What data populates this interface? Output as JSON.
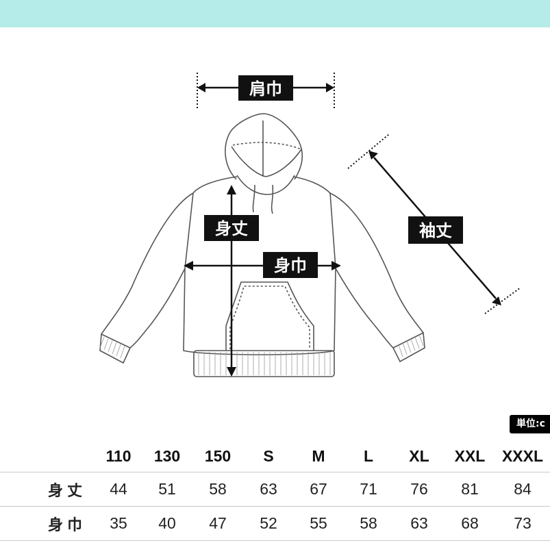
{
  "colors": {
    "top_band": "#b5ece9",
    "label_bg": "#111111",
    "label_text": "#ffffff",
    "garment_line": "#555555",
    "arrow": "#111111",
    "table_border": "#c8c8c8"
  },
  "diagram": {
    "labels": {
      "shoulder": "肩巾",
      "length": "身丈",
      "width": "身巾",
      "sleeve": "袖丈"
    }
  },
  "unit_label": "単位:c",
  "table": {
    "columns": [
      "110",
      "130",
      "150",
      "S",
      "M",
      "L",
      "XL",
      "XXL",
      "XXXL"
    ],
    "rows": [
      {
        "label": "身丈",
        "values": [
          "44",
          "51",
          "58",
          "63",
          "67",
          "71",
          "76",
          "81",
          "84"
        ]
      },
      {
        "label": "身巾",
        "values": [
          "35",
          "40",
          "47",
          "52",
          "55",
          "58",
          "63",
          "68",
          "73"
        ]
      }
    ]
  }
}
